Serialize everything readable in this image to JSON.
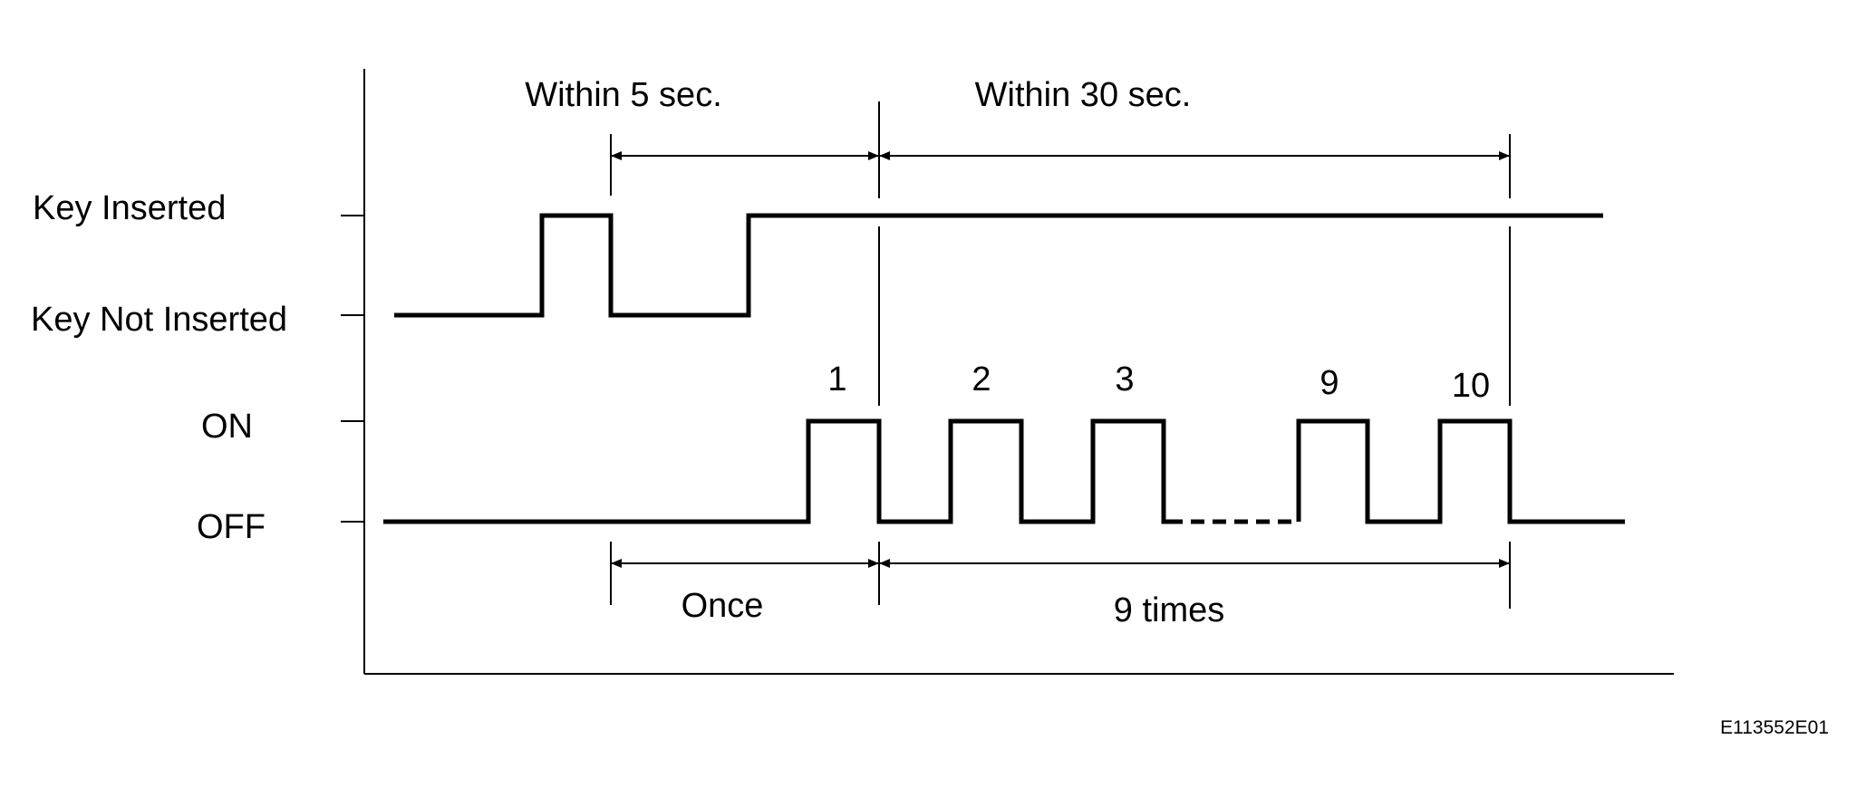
{
  "signal_labels": {
    "key_inserted": "Key Inserted",
    "key_not_inserted": "Key Not Inserted",
    "on": "ON",
    "off": "OFF"
  },
  "intervals": {
    "within_5": "Within 5 sec.",
    "within_30": "Within 30 sec.",
    "once": "Once",
    "nine_times": "9 times"
  },
  "pulse_numbers": [
    "1",
    "2",
    "3",
    "9",
    "10"
  ],
  "figure_code": "E113552E01"
}
